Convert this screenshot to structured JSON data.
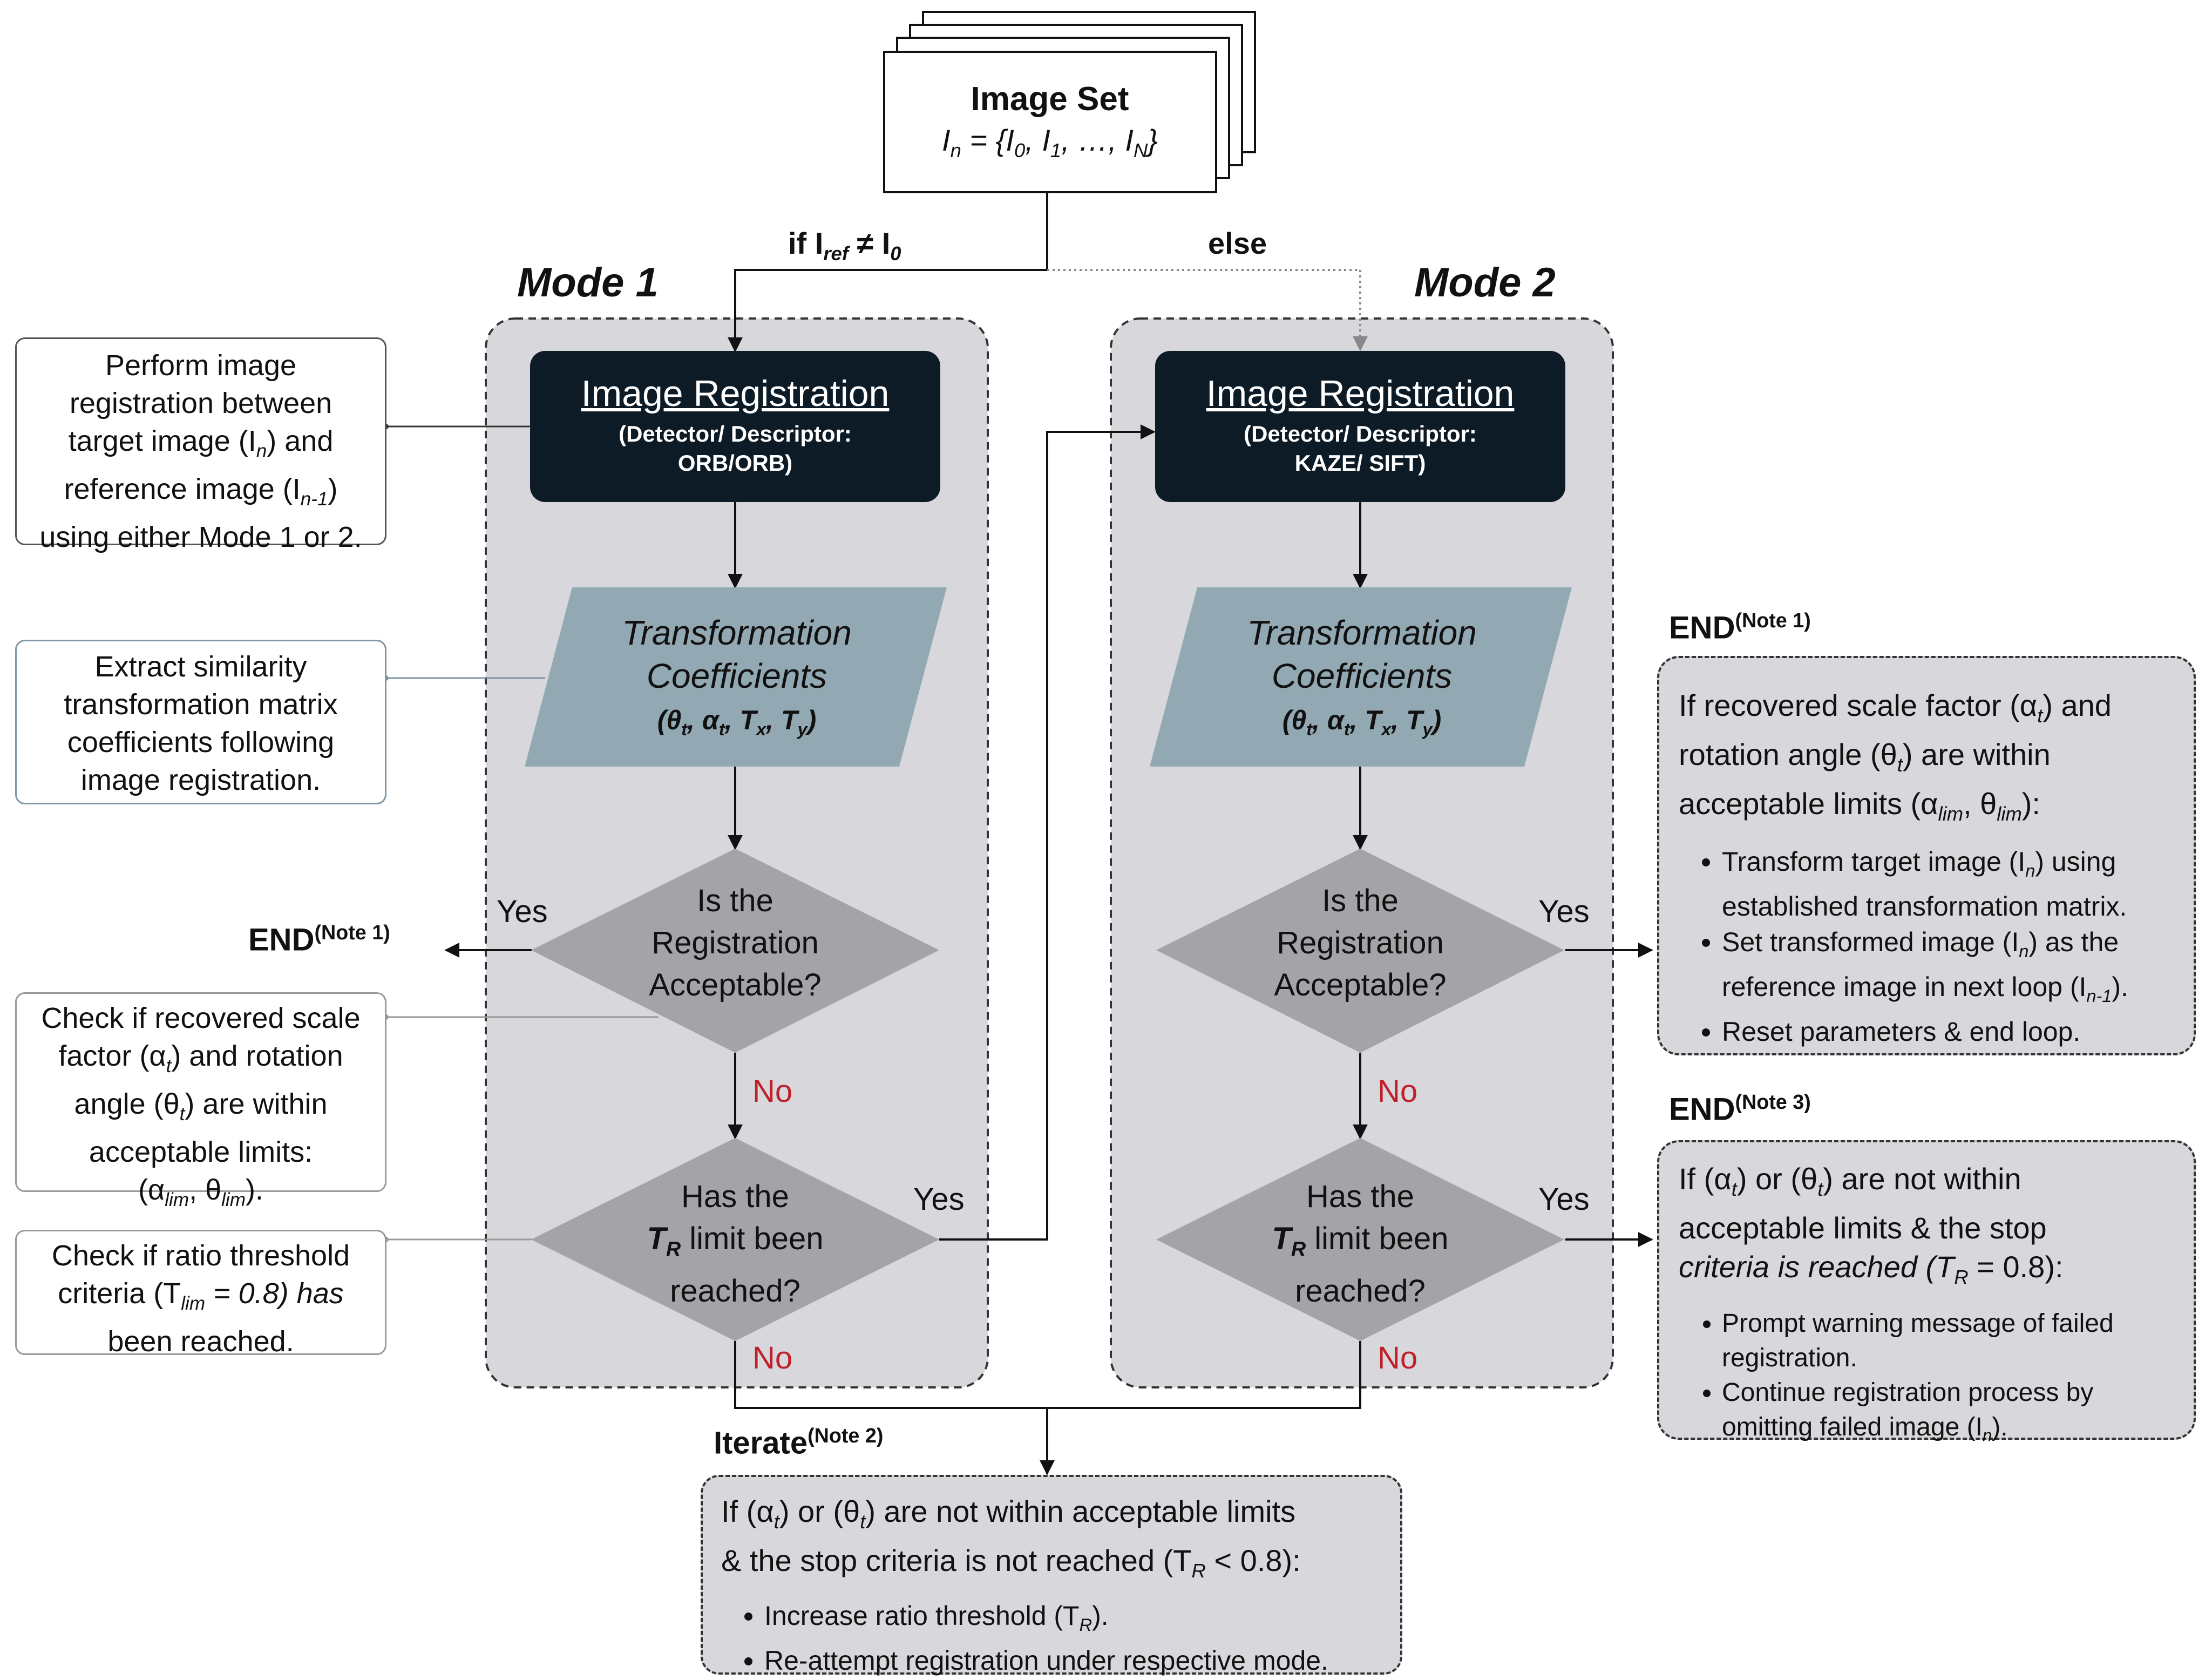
{
  "image_set": {
    "title": "Image Set",
    "formula_lhs": "I",
    "formula_lhs_sub": "n",
    "formula_rhs_items": [
      "I",
      "0",
      "I",
      "1",
      "…",
      "I",
      "N"
    ]
  },
  "branches": {
    "if_label": "if I",
    "if_sub": "ref",
    "if_rest": " ≠ I",
    "if_rest_sub": "0",
    "else_label": "else"
  },
  "mode1": {
    "label": "Mode 1",
    "registration_title": "Image Registration",
    "registration_sub1": "(Detector/ Descriptor:",
    "registration_sub2": "ORB/ORB)",
    "transform_title1": "Transformation",
    "transform_title2": "Coefficients",
    "decision1": [
      "Is the",
      "Registration",
      "Acceptable?"
    ],
    "decision2_line1": "Has the",
    "decision2_line2_rest": " limit been",
    "decision2_line3": "reached?"
  },
  "mode2": {
    "label": "Mode 2",
    "registration_title": "Image Registration",
    "registration_sub1": "(Detector/ Descriptor:",
    "registration_sub2": "KAZE/ SIFT)",
    "transform_title1": "Transformation",
    "transform_title2": "Coefficients",
    "decision1": [
      "Is the",
      "Registration",
      "Acceptable?"
    ],
    "decision2_line1": "Has the",
    "decision2_line2_rest": " limit been",
    "decision2_line3": "reached?"
  },
  "labels": {
    "yes": "Yes",
    "no": "No",
    "end": "END",
    "note1": "(Note 1)",
    "note2": "(Note 2)",
    "note3": "(Note 3)",
    "iterate": "Iterate"
  },
  "left_notes": {
    "registration": [
      "Perform image",
      "registration between",
      "target image (I",
      "n",
      ") and",
      "reference image (I",
      "n-1",
      ")",
      "using either Mode 1 or 2."
    ],
    "extract": [
      "Extract similarity",
      "transformation matrix",
      "coefficients following",
      "image registration."
    ],
    "check_scale": [
      "Check if recovered scale",
      "factor (α",
      "t",
      ") and rotation",
      "angle (θ",
      "t",
      ") are within",
      "acceptable limits:",
      "(α",
      "lim",
      ", θ",
      "lim",
      ")."
    ],
    "check_ratio": [
      "Check if ratio threshold",
      "criteria (T",
      "lim",
      " = 0.8) has",
      "been reached."
    ]
  },
  "end_note1": {
    "intro1a": "If recovered scale factor (α",
    "intro1b": ") and",
    "intro2a": "rotation angle (θ",
    "intro2b": ") are within",
    "intro3a": "acceptable limits (α",
    "intro3b": ", θ",
    "intro3c": "):",
    "bullet1a": "Transform target image (I",
    "bullet1b": ") using",
    "bullet1c": "established transformation matrix.",
    "bullet2a": "Set transformed image (I",
    "bullet2b": ") as the",
    "bullet2c": "reference image in next loop (I",
    "bullet2d": ").",
    "bullet3": "Reset parameters & end loop."
  },
  "end_note3": {
    "intro1a": "If (α",
    "intro1b": ") or (θ",
    "intro1c": ") are not within",
    "intro2": "acceptable limits & the stop",
    "intro3a": "criteria is reached (T",
    "intro3b": " = 0.8):",
    "bullet1a": "Prompt warning message of failed",
    "bullet1b": "registration.",
    "bullet2a": "Continue registration process by",
    "bullet2b": "omitting failed image (I",
    "bullet2c": ")."
  },
  "iterate_note": {
    "intro1a": "If (α",
    "intro1b": ") or (θ",
    "intro1c": ") are not within acceptable limits",
    "intro2a": "& the stop criteria is not reached (T",
    "intro2b": " < 0.8):",
    "bullet1a": "Increase ratio threshold (T",
    "bullet1b": ").",
    "bullet2": "Re-attempt registration under respective mode."
  },
  "colors": {
    "mode_panel": "#d8d8dc",
    "registration_box": "#0d1b26",
    "transform_parallelogram": "#92a8b2",
    "decision_diamond": "#a4a3a8",
    "no_label": "#c0202a"
  }
}
